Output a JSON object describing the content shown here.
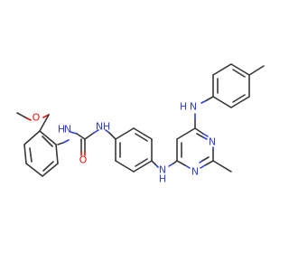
{
  "molecule": {
    "colors": {
      "bond": "#383838",
      "nitrogen": "#2f3fd8",
      "oxygen": "#e8120e",
      "background": "#ffffff"
    },
    "atoms": [
      {
        "id": "o_methoxy",
        "label": "O",
        "element": "O"
      },
      {
        "id": "nh_urea_left",
        "label": "H",
        "sublabel": "N",
        "element": "N"
      },
      {
        "id": "nh_urea_right",
        "label": "H",
        "sublabel": "N",
        "element": "N"
      },
      {
        "id": "o_carbonyl",
        "label": "O",
        "element": "O"
      },
      {
        "id": "nh_linker",
        "label": "H",
        "sublabel": "N",
        "element": "N"
      },
      {
        "id": "n_ring_1",
        "label": "N",
        "element": "N"
      },
      {
        "id": "n_ring_2",
        "label": "N",
        "element": "N"
      },
      {
        "id": "nh_tolyl",
        "label": "H",
        "sublabel": "N",
        "element": "N"
      }
    ]
  }
}
